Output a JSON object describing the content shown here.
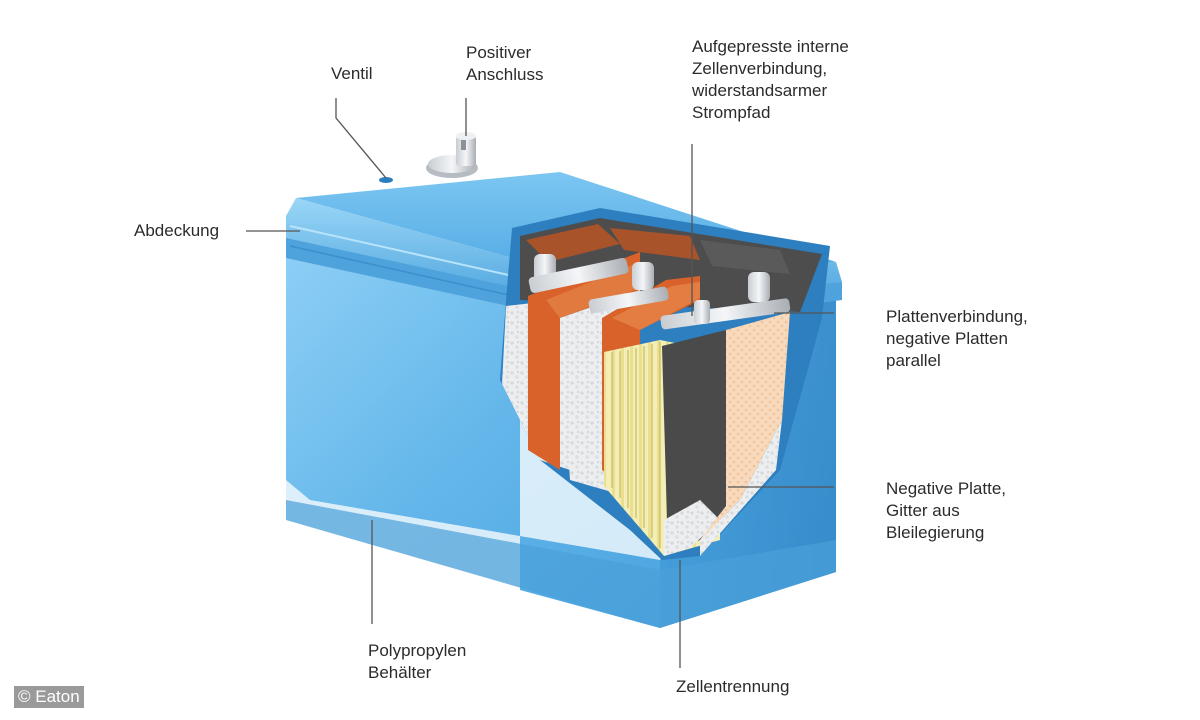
{
  "labels": {
    "ventil": [
      "Ventil"
    ],
    "positiver_anschluss": [
      "Positiver",
      "Anschluss"
    ],
    "zellenverbindung": [
      "Aufgepresste interne",
      "Zellenverbindung,",
      "widerstandsarmer",
      "Strompfad"
    ],
    "abdeckung": [
      "Abdeckung"
    ],
    "plattenverbindung": [
      "Plattenverbindung,",
      "negative Platten",
      "parallel"
    ],
    "negative_platte": [
      "Negative Platte,",
      "Gitter aus",
      "Bleilegierung"
    ],
    "behaelter": [
      "Polypropylen",
      "Behälter"
    ],
    "zellentrennung": [
      "Zellentrennung"
    ]
  },
  "credit": "© Eaton",
  "colors": {
    "case_blue": "#5aaee6",
    "case_light": "#8ccaf2",
    "case_dark": "#2f86c8",
    "plate_orange": "#d9622a",
    "separator_white": "#eef0f2",
    "negative_grey": "#4a4a4a",
    "yellow_plates": "#f0e9a0",
    "peach": "#f7d3b0",
    "leader_line": "#555555"
  }
}
